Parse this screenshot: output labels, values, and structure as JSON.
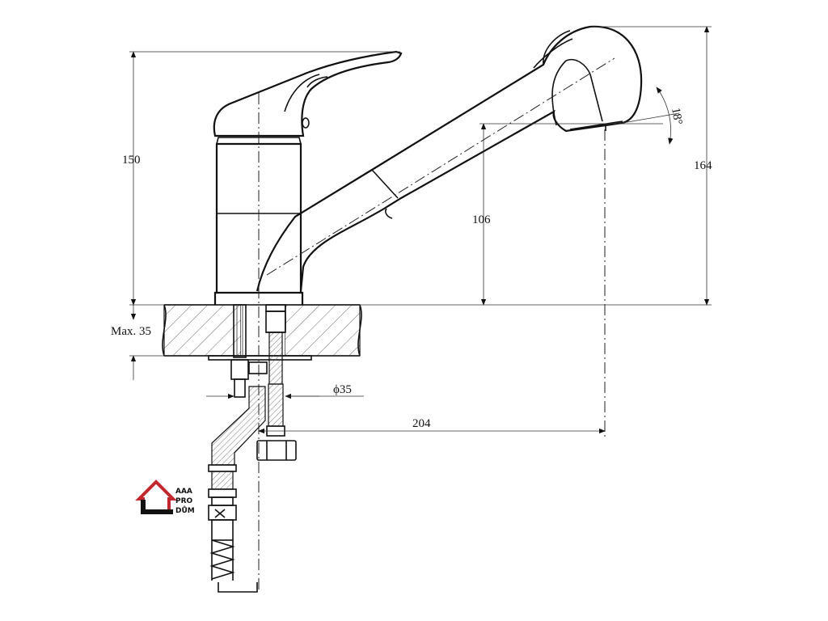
{
  "dimensions": {
    "height_total": "150",
    "height_spout": "164",
    "height_outlet": "106",
    "counter_thickness": "Max. 35",
    "hole_diameter": "ϕ35",
    "reach": "204",
    "spray_angle": "18°"
  },
  "logo": {
    "line1": "AAA",
    "line2": "PRO",
    "line3": "DŮM",
    "color": "#c0282d"
  },
  "colors": {
    "line": "#111111",
    "background": "#ffffff"
  }
}
